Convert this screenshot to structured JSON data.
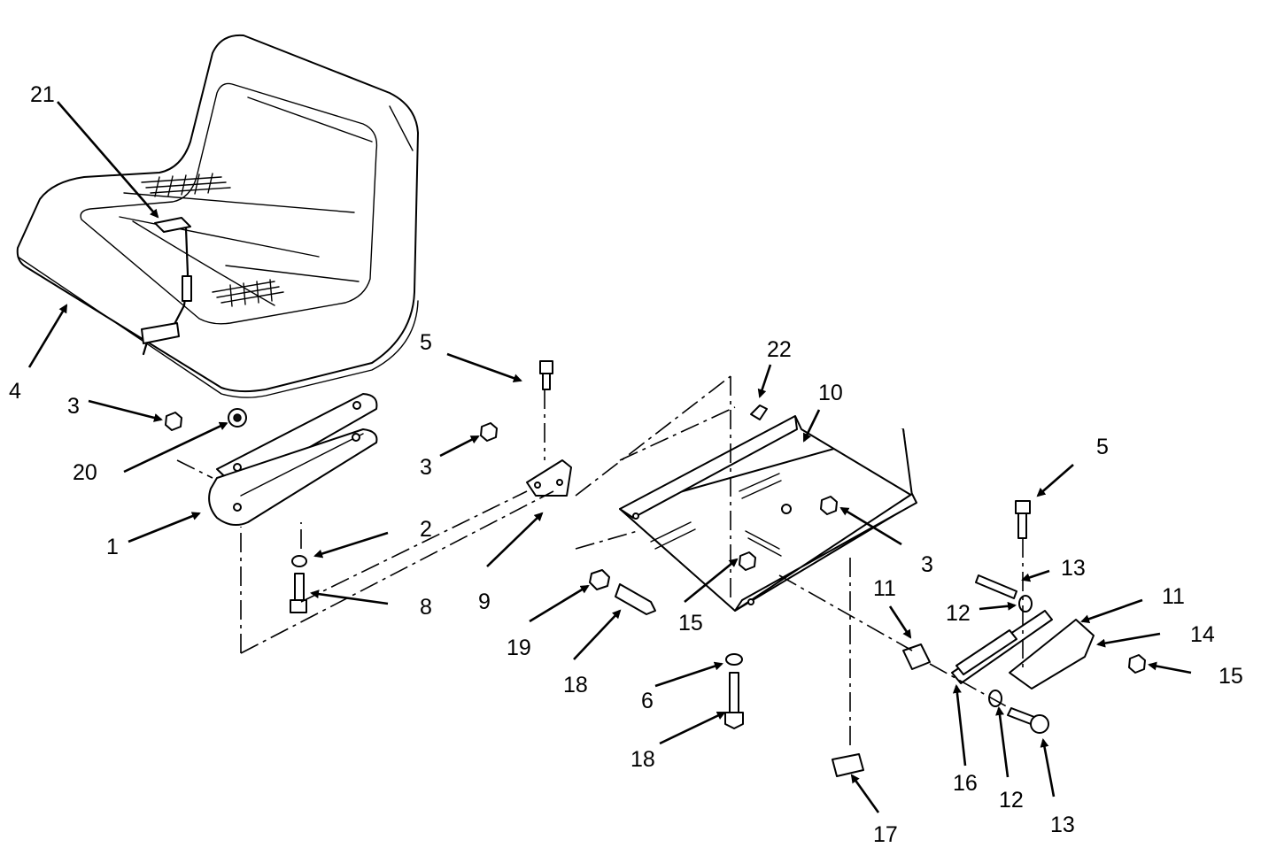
{
  "diagram": {
    "labels": [
      {
        "id": "l21a",
        "text": "21"
      },
      {
        "id": "l4",
        "text": "4"
      },
      {
        "id": "l3a",
        "text": "3"
      },
      {
        "id": "l20",
        "text": "20"
      },
      {
        "id": "l1",
        "text": "1"
      },
      {
        "id": "l2",
        "text": "2"
      },
      {
        "id": "l8",
        "text": "8"
      },
      {
        "id": "l5a",
        "text": "5"
      },
      {
        "id": "l3b",
        "text": "3"
      },
      {
        "id": "l9",
        "text": "9"
      },
      {
        "id": "l19",
        "text": "19"
      },
      {
        "id": "l18a",
        "text": "18"
      },
      {
        "id": "l15a",
        "text": "15"
      },
      {
        "id": "l22",
        "text": "22"
      },
      {
        "id": "l10",
        "text": "10"
      },
      {
        "id": "l3c",
        "text": "3"
      },
      {
        "id": "l6",
        "text": "6"
      },
      {
        "id": "l18b",
        "text": "18"
      },
      {
        "id": "l17",
        "text": "17"
      },
      {
        "id": "l11a",
        "text": "11"
      },
      {
        "id": "l5b",
        "text": "5"
      },
      {
        "id": "l13a",
        "text": "13"
      },
      {
        "id": "l12a",
        "text": "12"
      },
      {
        "id": "l11b",
        "text": "11"
      },
      {
        "id": "l14",
        "text": "14"
      },
      {
        "id": "l15b",
        "text": "15"
      },
      {
        "id": "l16",
        "text": "16"
      },
      {
        "id": "l12b",
        "text": "12"
      },
      {
        "id": "l13b",
        "text": "13"
      }
    ]
  }
}
